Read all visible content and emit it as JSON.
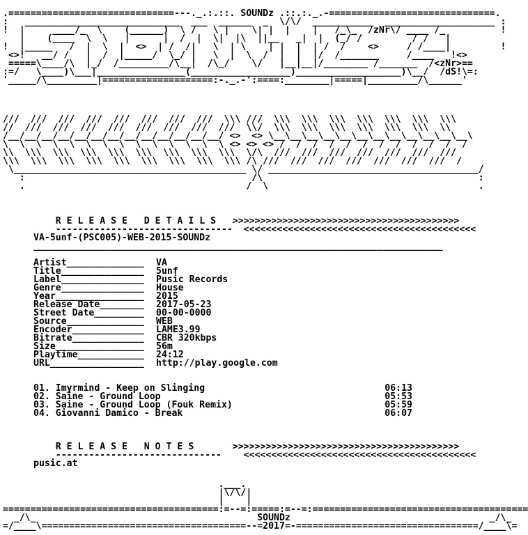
{
  "brand": "SOUNDz",
  "header_art": [
    ".==============================---._.:.::. SOUNDz .::.:._.-==============================.",
    ":   ____________________________  ___  ______  _  \\/\\/  ___________  ____________________ :",
    "!  |     ____/_  \\    (______)  \\ /   \\ |    \\| |  |    |   /_\\_  /zNr\\/ ____ /_          !",
    "   |    (____  \\  \\   |      |  /  |  \\|  |\\  ||__   _|  |  (_/ /         / /   |         ",
    "!  |_____   /  |  \\  |  <>  | /  /|   \\  | \\    | |  |  | /  /    <>     / /____|         !",
    " <>!   __/ /   |  /  |_____/  \\_/ |   \\  |  \\  /  |  |  |/  /_______     /____   !<>      ",
    " =====\\____/\\  |_/  /_________/\\__|  /\\_/    \\/   |__|__|/________ /_______  /<zNr>==     ",
    ":=/   \\____)\\___|________________(__________________)___________________)\\__/  /dS!\\=:  ",
    "'_____/\\_________|====================:-._.-':====:________|=====|_________/\\______'     "
  ],
  "band_art": [
    "///  ///  ///  ///  ///  ///  ///  ///  \\\\\\ ///  \\\\\\  \\\\\\  \\\\\\  \\\\\\  \\\\\\  \\\\\\  \\\\\\",
    "//  ///  ///  ///  ///  ///  ///  ///  ///  \\\\/  \\\\\\  \\\\\\  \\\\\\  \\\\\\  \\\\\\  \\\\\\  \\\\",
    "/__/__/__/__/__/__/__/__/__/__/__/__/__/ <>  <> \\__\\__\\__\\__\\__\\__\\__\\__\\__\\__\\__\\__\\",
    "\\  \\  \\  \\  \\  \\  \\  \\  \\  \\  \\  \\  \\  \\ <> <> <> /  /  /  /  /  /  /  /  /  /  /  /",
    "\\\\  \\\\\\  \\\\\\  \\\\\\  \\\\\\  \\\\\\  \\\\\\  \\\\\\  \\\\\\  \\/\\  ///  ///  ///  ///  ///  ///  ///",
    "\\\\\\  \\\\\\  \\\\\\  \\\\\\  \\\\\\  \\\\\\  \\\\\\  \\\\\\  \\\\\\ /\\ ///  ///  ///  ///  ///  ///  ///  /",
    " \\__________________________________________ \\/ ______________________________________/",
    "   :                                         /\\                                       :",
    "   .                                        /  \\                                      ."
  ],
  "release_details": {
    "heading": "R E L E A S E   D E T A I L S",
    "arrows_top": ">>>>>>>>>>>>>>>>>>>>>>>>>>>>>>>>>>>>>>>>>",
    "arrows_bottom": "<<<<<<<<<<<<<<<<<<<<<<<<<<<<<<<<<<<<<<<<<<",
    "underline": "--------------------------------",
    "release_name": "VA-5unf-(PSC005)-WEB-2015-SOUNDz",
    "separator": "__________________________________________________________________________",
    "fields": [
      {
        "label": "Artist",
        "value": "VA"
      },
      {
        "label": "Title",
        "value": "5unf"
      },
      {
        "label": "Label",
        "value": "Pusic Records"
      },
      {
        "label": "Genre",
        "value": "House"
      },
      {
        "label": "Year",
        "value": "2015"
      },
      {
        "label": "Release Date",
        "value": "2017-05-23"
      },
      {
        "label": "Street Date",
        "value": "00-00-0000"
      },
      {
        "label": "Source",
        "value": "WEB"
      },
      {
        "label": "Encoder",
        "value": "LAME3.99"
      },
      {
        "label": "Bitrate",
        "value": "CBR 320kbps"
      },
      {
        "label": "Size",
        "value": "56m"
      },
      {
        "label": "Playtime",
        "value": "24:12"
      },
      {
        "label": "URL",
        "value": "http://play.google.com"
      }
    ]
  },
  "tracks": [
    {
      "title": "01. Imyrmind - Keep on Slinging",
      "time": "06:13"
    },
    {
      "title": "02. Saine - Ground Loop",
      "time": "05:53"
    },
    {
      "title": "03. Saine - Ground Loop (Fouk Remix)",
      "time": "05:59"
    },
    {
      "title": "04. Giovanni Damico - Break",
      "time": "06:07"
    }
  ],
  "release_notes": {
    "heading": "R E L E A S E   N O T E S",
    "arrows_top": ">>>>>>>>>>>>>>>>>>>>>>>>>>>>>>>>>>>>>>>>>",
    "arrows_bottom": "<<<<<<<<<<<<<<<<<<<<<<<<<<<<<<<<<<<<<<<<<<",
    "underline": "------------------------------",
    "text": "pusic.at"
  },
  "footer_art": [
    "                                       .___.",
    "                                       |\\/\\/|",
    "                                       |    |",
    "=======================================:=--=:=====:=--=:=======================================",
    "  _/\\_                                        SOUNDz                                    _/\\_",
    "=/____\\=====================================--=2017=-=================================/____\\="
  ],
  "footer_text": {
    "brand": "SOUNDz",
    "year": "2017"
  }
}
